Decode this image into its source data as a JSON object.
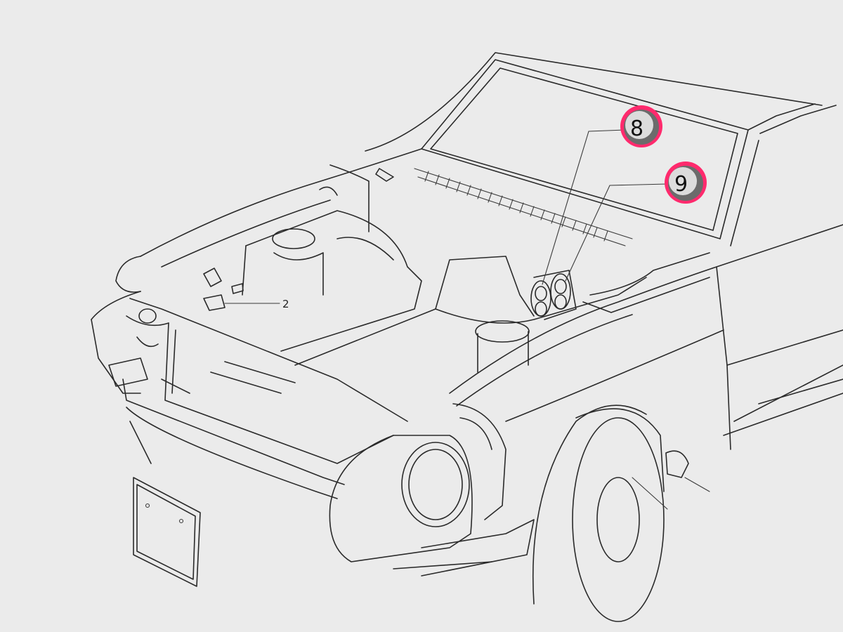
{
  "diagram": {
    "part_labels": [
      {
        "id": "part-2",
        "text": "2"
      }
    ],
    "callouts": [
      {
        "id": "callout-8",
        "text": "8"
      },
      {
        "id": "callout-9",
        "text": "9"
      }
    ],
    "colors": {
      "paper": "#ebebeb",
      "ink": "#2a2a2a",
      "highlight_ring": "#ff2a6d",
      "callout_fill": "#6b6b6b"
    }
  }
}
